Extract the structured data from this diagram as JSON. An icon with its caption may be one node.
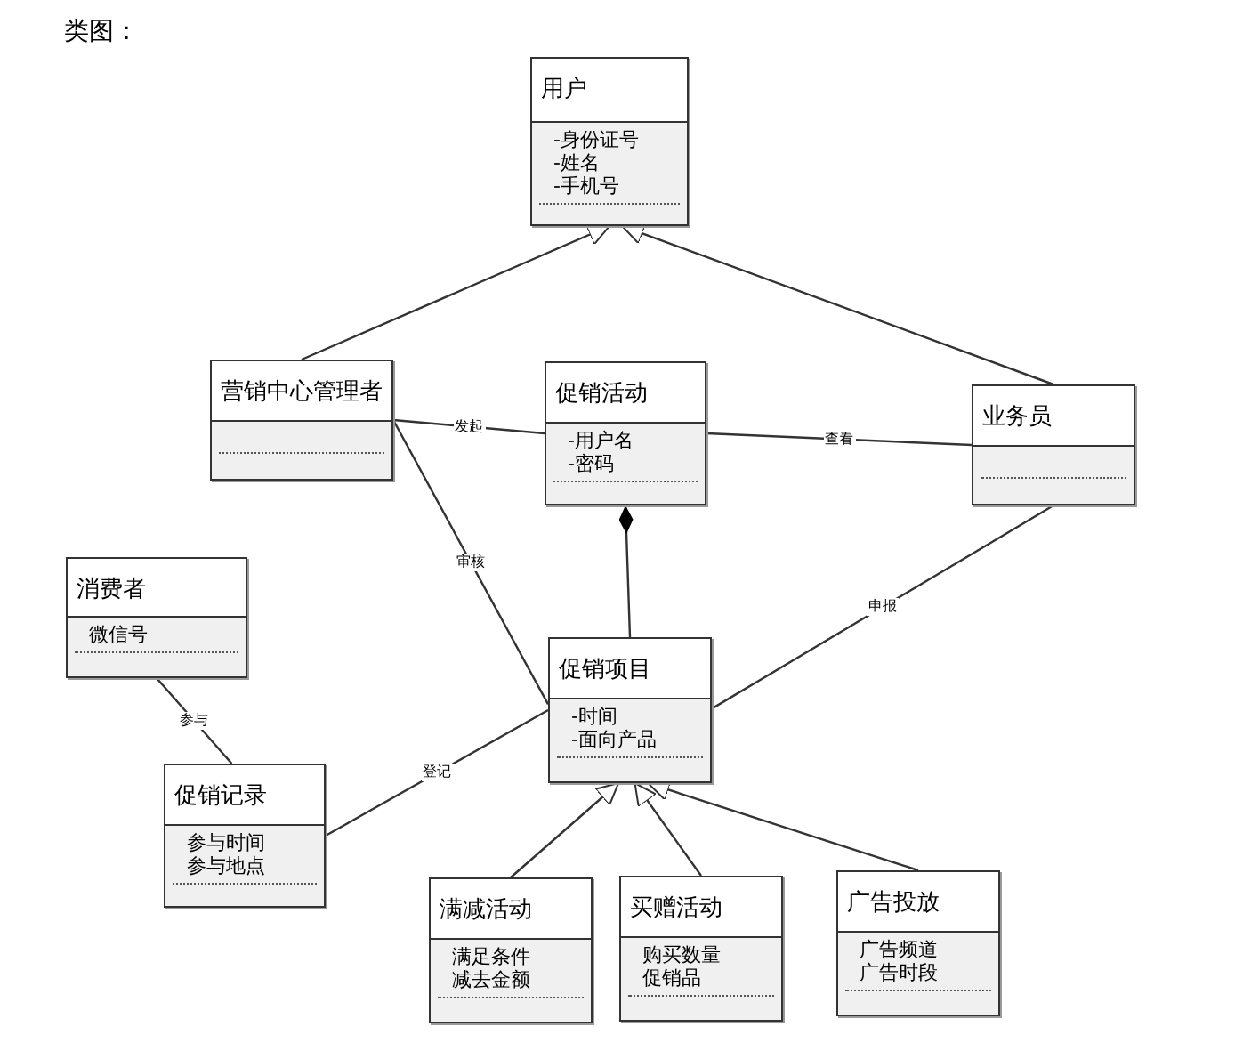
{
  "diagram": {
    "nodes": [
      {
        "text": [
          "用户",
          "-身份证号",
          "-姓名",
          "-手机号"
        ]
      },
      {
        "text": [
          "营销中心管理者"
        ]
      },
      {
        "text": [
          "促销活动",
          "-用户名",
          "-密码"
        ]
      },
      {
        "text": [
          "业务员"
        ]
      },
      {
        "text": [
          "消费者",
          "微信号"
        ]
      },
      {
        "text": [
          "促销记录",
          "参与时间",
          "参与地点"
        ]
      },
      {
        "text": [
          "促销项目",
          "-时间",
          "-面向产品"
        ]
      },
      {
        "text": [
          "满减活动",
          "满足条件",
          "减去金额"
        ]
      },
      {
        "text": [
          "买赠活动",
          "购买数量",
          "促销品"
        ]
      },
      {
        "text": [
          "广告投放",
          "广告频道",
          "广告时段"
        ]
      }
    ],
    "edges": [
      {
        "from": 1,
        "to": 0,
        "arrow": "to"
      },
      {
        "from": 3,
        "to": 0,
        "arrow": "to"
      },
      {
        "from": 1,
        "to": 2,
        "arrow": "none",
        "label": "发起"
      },
      {
        "from": 2,
        "to": 3,
        "arrow": "none",
        "label": "查看"
      },
      {
        "from": 1,
        "to": 6,
        "arrow": "none",
        "label": "审核"
      },
      {
        "from": 2,
        "to": 6,
        "arrow": "other"
      },
      {
        "from": 3,
        "to": 6,
        "arrow": "none",
        "label": "申报"
      },
      {
        "from": 4,
        "to": 5,
        "arrow": "none",
        "label": "参与"
      },
      {
        "from": 5,
        "to": 6,
        "arrow": "none",
        "label": "登记"
      },
      {
        "from": 7,
        "to": 6,
        "arrow": "to"
      },
      {
        "from": 8,
        "to": 6,
        "arrow": "to"
      },
      {
        "from": 9,
        "to": 6,
        "arrow": "to"
      }
    ],
    "labels": [
      "类图："
    ]
  }
}
